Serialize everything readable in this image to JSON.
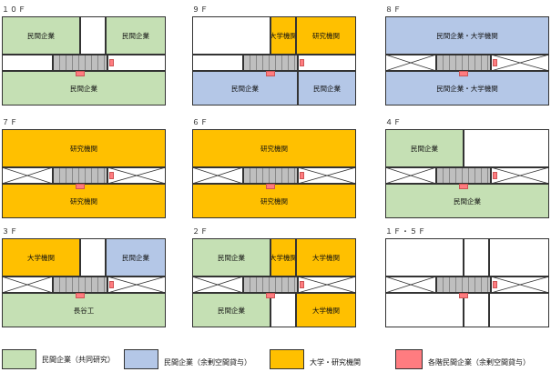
{
  "colors": {
    "green": "#c5e0b4",
    "blue": "#b4c7e7",
    "orange": "#ffc000",
    "pink": "#ff7c80"
  },
  "floors": [
    {
      "label": "１０Ｆ",
      "cells": [
        {
          "pos": "tl",
          "color": "green",
          "text": "民間企業"
        },
        {
          "pos": "tm",
          "color": "white",
          "text": ""
        },
        {
          "pos": "tr",
          "color": "green",
          "text": "民間企業"
        },
        {
          "pos": "midL",
          "color": "white",
          "text": "",
          "x": false
        },
        {
          "pos": "midR",
          "color": "white",
          "text": "",
          "x": false,
          "pink": true
        },
        {
          "pos": "bfull",
          "color": "green",
          "text": "民間企業"
        }
      ]
    },
    {
      "label": "９Ｆ",
      "cells": [
        {
          "pos": "tl",
          "color": "white",
          "text": ""
        },
        {
          "pos": "tm",
          "color": "orange",
          "text": "大学機関"
        },
        {
          "pos": "tr",
          "color": "orange",
          "text": "研究機関"
        },
        {
          "pos": "midL",
          "color": "white",
          "text": "",
          "x": false
        },
        {
          "pos": "midR",
          "color": "white",
          "text": "",
          "x": false,
          "pink": true
        },
        {
          "pos": "bl",
          "color": "blue",
          "text": "民間企業"
        },
        {
          "pos": "br",
          "color": "blue",
          "text": "民間企業"
        }
      ]
    },
    {
      "label": "８Ｆ",
      "cells": [
        {
          "pos": "tfull",
          "color": "blue",
          "text": "民間企業・大学機関"
        },
        {
          "pos": "midL",
          "color": "white",
          "text": "",
          "x": true
        },
        {
          "pos": "midR",
          "color": "white",
          "text": "",
          "x": true,
          "pink": true
        },
        {
          "pos": "bfull",
          "color": "blue",
          "text": "民間企業・大学機関"
        }
      ]
    },
    {
      "label": "７Ｆ",
      "cells": [
        {
          "pos": "tfull",
          "color": "orange",
          "text": "研究機関"
        },
        {
          "pos": "midL",
          "color": "white",
          "text": "",
          "x": true
        },
        {
          "pos": "midR",
          "color": "white",
          "text": "",
          "x": true,
          "pink": true
        },
        {
          "pos": "bfull",
          "color": "orange",
          "text": "研究機関"
        }
      ]
    },
    {
      "label": "６Ｆ",
      "cells": [
        {
          "pos": "tfull",
          "color": "orange",
          "text": "研究機関"
        },
        {
          "pos": "midL",
          "color": "white",
          "text": "",
          "x": true
        },
        {
          "pos": "midR",
          "color": "white",
          "text": "",
          "x": true,
          "pink": true
        },
        {
          "pos": "bfull",
          "color": "orange",
          "text": "研究機関"
        }
      ]
    },
    {
      "label": "４Ｆ",
      "cells": [
        {
          "pos": "tl",
          "color": "green",
          "text": "民間企業"
        },
        {
          "pos": "tmr",
          "color": "white",
          "text": ""
        },
        {
          "pos": "midL",
          "color": "white",
          "text": "",
          "x": true
        },
        {
          "pos": "midR",
          "color": "white",
          "text": "",
          "x": true,
          "pink": true
        },
        {
          "pos": "bfull",
          "color": "green",
          "text": "民間企業"
        }
      ]
    },
    {
      "label": "３Ｆ",
      "cells": [
        {
          "pos": "tl",
          "color": "orange",
          "text": "大学機関"
        },
        {
          "pos": "tm",
          "color": "white",
          "text": ""
        },
        {
          "pos": "tr",
          "color": "blue",
          "text": "民間企業"
        },
        {
          "pos": "midL",
          "color": "white",
          "text": "",
          "x": true
        },
        {
          "pos": "midR",
          "color": "white",
          "text": "",
          "x": true,
          "pink": true
        },
        {
          "pos": "bfull",
          "color": "green",
          "text": "長谷工"
        }
      ]
    },
    {
      "label": "２Ｆ",
      "cells": [
        {
          "pos": "tl",
          "color": "green",
          "text": "民間企業"
        },
        {
          "pos": "tm",
          "color": "orange",
          "text": "大学機関"
        },
        {
          "pos": "tr",
          "color": "orange",
          "text": "大学機関"
        },
        {
          "pos": "midL",
          "color": "white",
          "text": "",
          "x": true
        },
        {
          "pos": "midR",
          "color": "white",
          "text": "",
          "x": true,
          "pink": true
        },
        {
          "pos": "bl",
          "color": "green",
          "text": "民間企業"
        },
        {
          "pos": "bm",
          "color": "white",
          "text": ""
        },
        {
          "pos": "br",
          "color": "orange",
          "text": "大学機関"
        }
      ]
    },
    {
      "label": "１Ｆ・５Ｆ",
      "cells": [
        {
          "pos": "tl",
          "color": "white",
          "text": ""
        },
        {
          "pos": "tm",
          "color": "white",
          "text": ""
        },
        {
          "pos": "tr",
          "color": "white",
          "text": ""
        },
        {
          "pos": "midL",
          "color": "white",
          "text": "",
          "x": true
        },
        {
          "pos": "midR",
          "color": "white",
          "text": "",
          "x": true,
          "pink": true
        },
        {
          "pos": "bl",
          "color": "white",
          "text": ""
        },
        {
          "pos": "bm",
          "color": "white",
          "text": ""
        },
        {
          "pos": "br",
          "color": "white",
          "text": ""
        }
      ]
    }
  ],
  "legend": [
    {
      "color": "green",
      "text": "民間企業（共同研究）"
    },
    {
      "color": "blue",
      "text": "民間企業（余剰空間貸与）"
    },
    {
      "color": "orange",
      "text": "大学・研究機関"
    },
    {
      "color": "pink",
      "text": "各階民間企業（余剰空間貸与）"
    }
  ]
}
